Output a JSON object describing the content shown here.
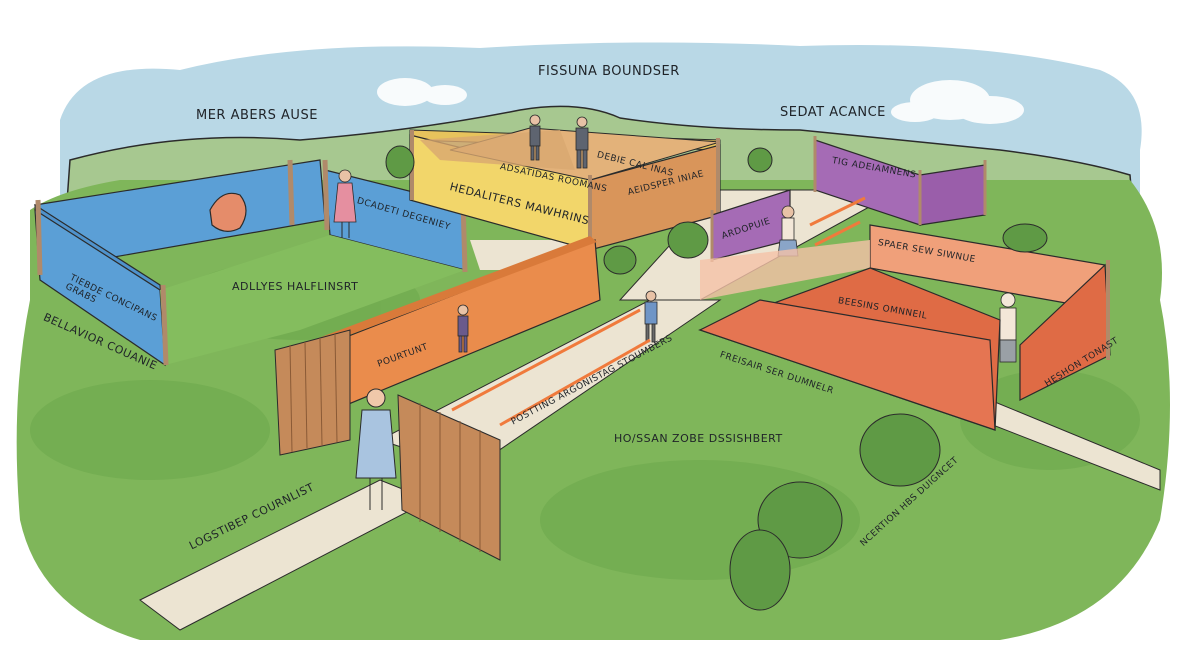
{
  "title": "FISSUNA BOUNDSER",
  "sky_labels": {
    "left": "MER ABERS AUSE",
    "right": "SEDAT ACANCE"
  },
  "zones": [
    {
      "id": "blue",
      "color": "#5b9fd6",
      "labels": [
        "DCADETI DEGENIEY",
        "TIEBDE CONCIPANS GRABS"
      ]
    },
    {
      "id": "yellow",
      "color": "#f2d66a",
      "labels": [
        "HEDALITERS MAWHRINS",
        "ADSATIDAS ROOMANS"
      ]
    },
    {
      "id": "tan",
      "color": "#d9955a",
      "labels": [
        "DEBIE CAL INAS",
        "AEIDSPER INIAE"
      ]
    },
    {
      "id": "purple-back",
      "color": "#a56bb5",
      "labels": [
        "TIG ADEIAMNENS"
      ]
    },
    {
      "id": "purple-front",
      "color": "#a56bb5",
      "labels": [
        "ARDOPUIE"
      ]
    },
    {
      "id": "salmon",
      "color": "#f0a07a",
      "labels": [
        "SPAER SEW SIWNUE"
      ]
    },
    {
      "id": "red",
      "color": "#df6b45",
      "labels": [
        "BEESINS OMNNEIL"
      ]
    },
    {
      "id": "orange",
      "color": "#ea8c4c",
      "labels": [
        "POURTUNT"
      ]
    },
    {
      "id": "gate",
      "color": "#c58a5a",
      "labels": []
    }
  ],
  "ground_labels": {
    "left_field": "ADLLYES HALFLINSRT",
    "left_edge": "BELLAVIOR COUANIE",
    "path_left": "LOGSTIBEP COURNLIST",
    "path_center": "POSTTING ARGONISTAG STOUMBERS",
    "center_field": "HO/SSAN ZOBE DSSISHBERT",
    "right_field": "FREISAIR SER DUMNELR",
    "right_edge": "HESHON TONAST",
    "bottom_right": "NCERTION HBS DUIGNCET"
  },
  "colors": {
    "sky": "#b9d8e6",
    "grass": "#7fb65a",
    "grass_dark": "#5f9a45",
    "hills": "#a7c890",
    "path": "#ece4d2",
    "outline": "#2b2b2b",
    "arrow": "#f07a3c"
  }
}
